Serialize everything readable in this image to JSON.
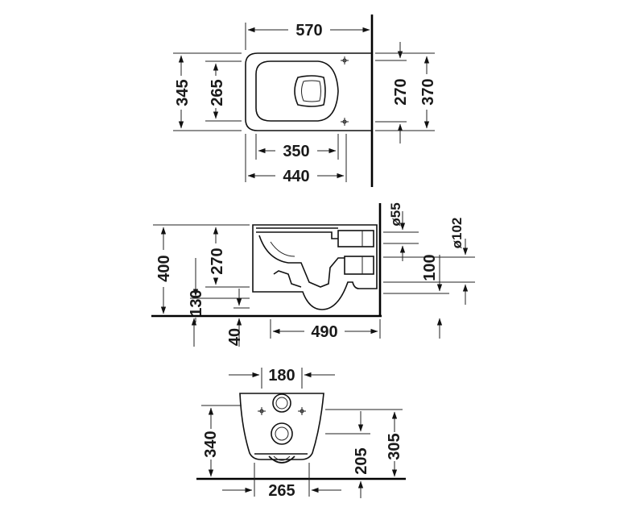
{
  "colors": {
    "ink": "#111111",
    "background": "#ffffff"
  },
  "top_view": {
    "width_570": "570",
    "depth_345": "345",
    "depth_265": "265",
    "fix_270": "270",
    "fix_370": "370",
    "bowl_350": "350",
    "bowl_440": "440"
  },
  "side_view": {
    "outlet_dia_55": "ø55",
    "inlet_dia_102": "ø102",
    "height_400": "400",
    "height_270": "270",
    "height_130": "130",
    "height_40": "40",
    "height_100": "100",
    "length_490": "490"
  },
  "rear_view": {
    "spacing_180": "180",
    "height_340": "340",
    "height_205": "205",
    "height_305": "305",
    "width_265": "265"
  }
}
